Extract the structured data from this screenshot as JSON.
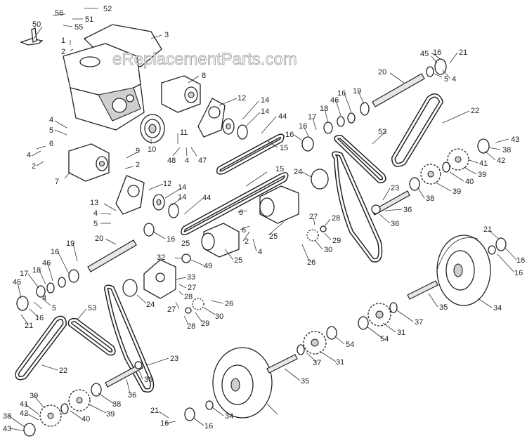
{
  "watermark": "eReplacementParts.com",
  "callouts": [
    {
      "id": "c52a",
      "text": "52"
    },
    {
      "id": "c56",
      "text": "56"
    },
    {
      "id": "c51",
      "text": "51"
    },
    {
      "id": "c55",
      "text": "55"
    },
    {
      "id": "c50",
      "text": "50"
    },
    {
      "id": "c1",
      "text": "1"
    },
    {
      "id": "c2a",
      "text": "2"
    },
    {
      "id": "c3",
      "text": "3"
    },
    {
      "id": "c8",
      "text": "8"
    },
    {
      "id": "c12a",
      "text": "12"
    },
    {
      "id": "c14a",
      "text": "14"
    },
    {
      "id": "c14b",
      "text": "14"
    },
    {
      "id": "c44a",
      "text": "44"
    },
    {
      "id": "c15a",
      "text": "15"
    },
    {
      "id": "c4a",
      "text": "4"
    },
    {
      "id": "c5a",
      "text": "5"
    },
    {
      "id": "c6a",
      "text": "6"
    },
    {
      "id": "c4b",
      "text": "4"
    },
    {
      "id": "c2b",
      "text": "2"
    },
    {
      "id": "c10",
      "text": "10"
    },
    {
      "id": "c11",
      "text": "11"
    },
    {
      "id": "c48",
      "text": "48"
    },
    {
      "id": "c4c",
      "text": "4"
    },
    {
      "id": "c47",
      "text": "47"
    },
    {
      "id": "c9",
      "text": "9"
    },
    {
      "id": "c2c",
      "text": "2"
    },
    {
      "id": "c7",
      "text": "7"
    },
    {
      "id": "c12b",
      "text": "12"
    },
    {
      "id": "c14c",
      "text": "14"
    },
    {
      "id": "c14d",
      "text": "14"
    },
    {
      "id": "c44b",
      "text": "44"
    },
    {
      "id": "c15b",
      "text": "15"
    },
    {
      "id": "c13",
      "text": "13"
    },
    {
      "id": "c4d",
      "text": "4"
    },
    {
      "id": "c5b",
      "text": "5"
    },
    {
      "id": "c16a",
      "text": "16"
    },
    {
      "id": "c20a",
      "text": "20"
    },
    {
      "id": "c19a",
      "text": "19"
    },
    {
      "id": "c16b",
      "text": "16"
    },
    {
      "id": "c46a",
      "text": "46"
    },
    {
      "id": "c18a",
      "text": "18"
    },
    {
      "id": "c17a",
      "text": "17"
    },
    {
      "id": "c45a",
      "text": "45"
    },
    {
      "id": "c4e",
      "text": "4"
    },
    {
      "id": "c5c",
      "text": "5"
    },
    {
      "id": "c16c",
      "text": "16"
    },
    {
      "id": "c21a",
      "text": "21"
    },
    {
      "id": "c53a",
      "text": "53"
    },
    {
      "id": "c22a",
      "text": "22"
    },
    {
      "id": "c45b",
      "text": "45"
    },
    {
      "id": "c16d",
      "text": "16"
    },
    {
      "id": "c21b",
      "text": "21"
    },
    {
      "id": "c20b",
      "text": "20"
    },
    {
      "id": "c5d",
      "text": "5"
    },
    {
      "id": "c4f",
      "text": "4"
    },
    {
      "id": "c16e",
      "text": "16"
    },
    {
      "id": "c19b",
      "text": "19"
    },
    {
      "id": "c46b",
      "text": "46"
    },
    {
      "id": "c18b",
      "text": "18"
    },
    {
      "id": "c17b",
      "text": "17"
    },
    {
      "id": "c16f",
      "text": "16"
    },
    {
      "id": "c16g",
      "text": "16"
    },
    {
      "id": "c53b",
      "text": "53"
    },
    {
      "id": "c22b",
      "text": "22"
    },
    {
      "id": "c43a",
      "text": "43"
    },
    {
      "id": "c38a",
      "text": "38"
    },
    {
      "id": "c42a",
      "text": "42"
    },
    {
      "id": "c41a",
      "text": "41"
    },
    {
      "id": "c39a",
      "text": "39"
    },
    {
      "id": "c40a",
      "text": "40"
    },
    {
      "id": "c39b",
      "text": "39"
    },
    {
      "id": "c38b",
      "text": "38"
    },
    {
      "id": "c24a",
      "text": "24"
    },
    {
      "id": "c23a",
      "text": "23"
    },
    {
      "id": "c36a",
      "text": "36"
    },
    {
      "id": "c36b",
      "text": "36"
    },
    {
      "id": "c6b",
      "text": "6"
    },
    {
      "id": "c25a",
      "text": "25"
    },
    {
      "id": "c6c",
      "text": "6"
    },
    {
      "id": "c2d",
      "text": "2"
    },
    {
      "id": "c4g",
      "text": "4"
    },
    {
      "id": "c25b",
      "text": "25"
    },
    {
      "id": "c27a",
      "text": "27"
    },
    {
      "id": "c28a",
      "text": "28"
    },
    {
      "id": "c29a",
      "text": "29"
    },
    {
      "id": "c30a",
      "text": "30"
    },
    {
      "id": "c26a",
      "text": "26"
    },
    {
      "id": "c25c",
      "text": "25"
    },
    {
      "id": "c32",
      "text": "32"
    },
    {
      "id": "c49",
      "text": "49"
    },
    {
      "id": "c33",
      "text": "33"
    },
    {
      "id": "c27b",
      "text": "27"
    },
    {
      "id": "c28b",
      "text": "28"
    },
    {
      "id": "c27c",
      "text": "27"
    },
    {
      "id": "c26b",
      "text": "26"
    },
    {
      "id": "c24b",
      "text": "24"
    },
    {
      "id": "c28c",
      "text": "28"
    },
    {
      "id": "c29b",
      "text": "29"
    },
    {
      "id": "c30b",
      "text": "30"
    },
    {
      "id": "c21c",
      "text": "21"
    },
    {
      "id": "c16h",
      "text": "16"
    },
    {
      "id": "c16i",
      "text": "16"
    },
    {
      "id": "c34a",
      "text": "34"
    },
    {
      "id": "c35a",
      "text": "35"
    },
    {
      "id": "c37a",
      "text": "37"
    },
    {
      "id": "c31a",
      "text": "31"
    },
    {
      "id": "c54a",
      "text": "54"
    },
    {
      "id": "c54b",
      "text": "54"
    },
    {
      "id": "c37b",
      "text": "37"
    },
    {
      "id": "c31b",
      "text": "31"
    },
    {
      "id": "c35b",
      "text": "35"
    },
    {
      "id": "c23b",
      "text": "23"
    },
    {
      "id": "c36c",
      "text": "36"
    },
    {
      "id": "c36d",
      "text": "36"
    },
    {
      "id": "c38c",
      "text": "38"
    },
    {
      "id": "c39c",
      "text": "39"
    },
    {
      "id": "c39d",
      "text": "39"
    },
    {
      "id": "c41b",
      "text": "41"
    },
    {
      "id": "c42b",
      "text": "42"
    },
    {
      "id": "c40b",
      "text": "40"
    },
    {
      "id": "c38d",
      "text": "38"
    },
    {
      "id": "c43b",
      "text": "43"
    },
    {
      "id": "c21d",
      "text": "21"
    },
    {
      "id": "c16j",
      "text": "16"
    },
    {
      "id": "c16k",
      "text": "16"
    },
    {
      "id": "c34b",
      "text": "34"
    }
  ]
}
